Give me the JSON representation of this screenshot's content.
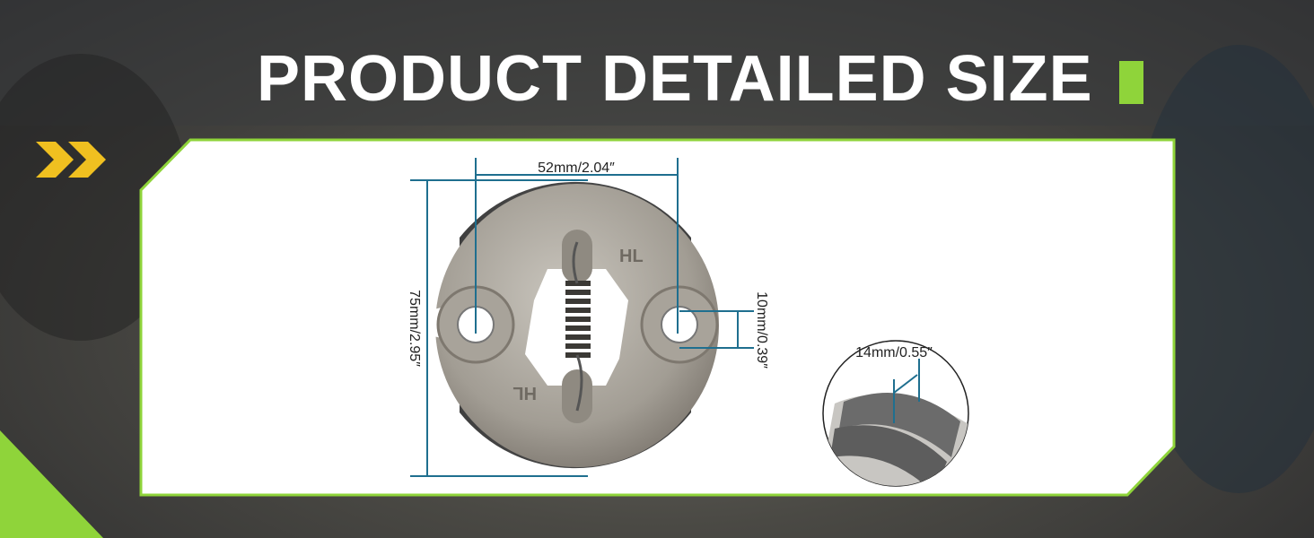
{
  "header": {
    "title": "PRODUCT DETAILED SIZE"
  },
  "colors": {
    "accent_green": "#8fd43a",
    "chevron_yellow": "#f0c020",
    "dimension_line": "#1f6f8f",
    "panel": "#ffffff"
  },
  "dimensions": {
    "hole_spacing": "52mm/2.04″",
    "diameter": "75mm/2.95″",
    "hole_diameter": "10mm/0.39″",
    "thickness": "14mm/0.55″"
  },
  "product_labels": {
    "mark": "HL"
  }
}
